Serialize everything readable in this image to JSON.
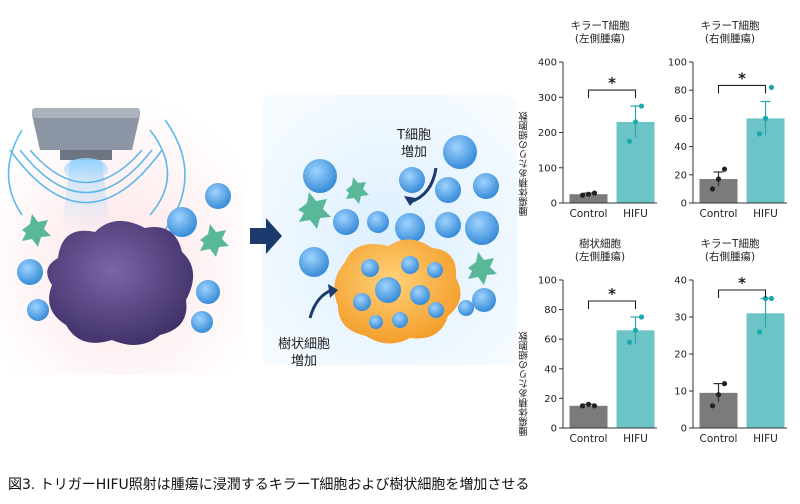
{
  "labels": {
    "t_cell_increase": [
      "T細胞",
      "増加"
    ],
    "dendritic_increase": [
      "樹状細胞",
      "増加"
    ]
  },
  "y_axis_label": "腫瘍体積あたりの細胞数",
  "caption": "図3. トリガーHIFU照射は腫瘍に浸潤するキラーT細胞および樹状細胞を増加させる",
  "colors": {
    "control": "#7b7b7b",
    "hifu": "#6dc4c6",
    "dot": "#222222",
    "hifu_dot": "#17a9ae",
    "arrow": "#1d3a6e"
  },
  "chart_data": [
    {
      "type": "bar",
      "title": [
        "キラーT細胞",
        "(左側腫瘍)"
      ],
      "categories": [
        "Control",
        "HIFU"
      ],
      "values": [
        25,
        230
      ],
      "errors": [
        3,
        45
      ],
      "points": [
        [
          22,
          25,
          28
        ],
        [
          175,
          230,
          275
        ]
      ],
      "ylim": [
        0,
        400
      ],
      "yticks": [
        0,
        100,
        200,
        300,
        400
      ],
      "significance": "*"
    },
    {
      "type": "bar",
      "title": [
        "キラーT細胞",
        "(右側腫瘍)"
      ],
      "categories": [
        "Control",
        "HIFU"
      ],
      "values": [
        17,
        60
      ],
      "errors": [
        5,
        12
      ],
      "points": [
        [
          10,
          17,
          24
        ],
        [
          49,
          60,
          82
        ]
      ],
      "ylim": [
        0,
        100
      ],
      "yticks": [
        0,
        20,
        40,
        60,
        80,
        100
      ],
      "significance": "*"
    },
    {
      "type": "bar",
      "title": [
        "樹状細胞",
        "(左側腫瘍)"
      ],
      "categories": [
        "Control",
        "HIFU"
      ],
      "values": [
        15,
        66
      ],
      "errors": [
        1,
        9
      ],
      "points": [
        [
          15,
          16,
          15
        ],
        [
          58,
          66,
          75
        ]
      ],
      "ylim": [
        0,
        100
      ],
      "yticks": [
        0,
        20,
        40,
        60,
        80,
        100
      ],
      "significance": "*"
    },
    {
      "type": "bar",
      "title": [
        "キラーT細胞",
        "(右側腫瘍)"
      ],
      "categories": [
        "Control",
        "HIFU"
      ],
      "values": [
        9.5,
        31
      ],
      "errors": [
        2.5,
        4
      ],
      "points": [
        [
          6,
          9,
          12
        ],
        [
          26,
          35,
          35
        ]
      ],
      "ylim": [
        0,
        40
      ],
      "yticks": [
        0,
        10,
        20,
        30,
        40
      ],
      "significance": "*"
    }
  ]
}
